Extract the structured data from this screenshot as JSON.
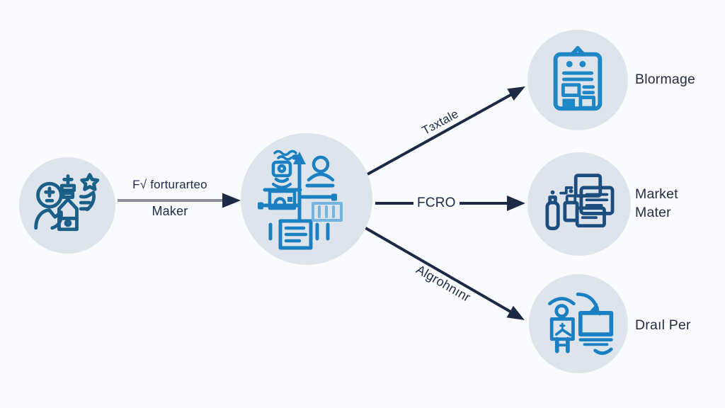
{
  "colors": {
    "background": "#fafbfc",
    "node_fill": "#dde4ec",
    "arrow": "#1d2a45",
    "input_shaft": "#8b929c",
    "text": "#232d40",
    "icon_teal": "#1a5f88",
    "icon_primary": "#1a80c1",
    "icon_light": "#74b4e0",
    "icon_navy": "#1b4d7e",
    "icon_blue": "#1e87c5"
  },
  "nodes": {
    "source": {
      "icon": "people-star-icon"
    },
    "hub": {
      "icon": "process-hub-icon"
    },
    "outputs": [
      {
        "label": "Blormage",
        "icon": "clipboard-form-icon"
      },
      {
        "label": "Market Mater",
        "icon": "stacked-documents-icon"
      },
      {
        "label": "Draıl Per",
        "icon": "person-computer-icon"
      }
    ]
  },
  "arrows": {
    "input": {
      "label_top": "F√ forturarteo",
      "label_bottom": "Maker"
    },
    "branches": [
      {
        "label": "Tɜxtale"
      },
      {
        "label": "FCRO"
      },
      {
        "label": "Algrohnınr"
      }
    ]
  }
}
